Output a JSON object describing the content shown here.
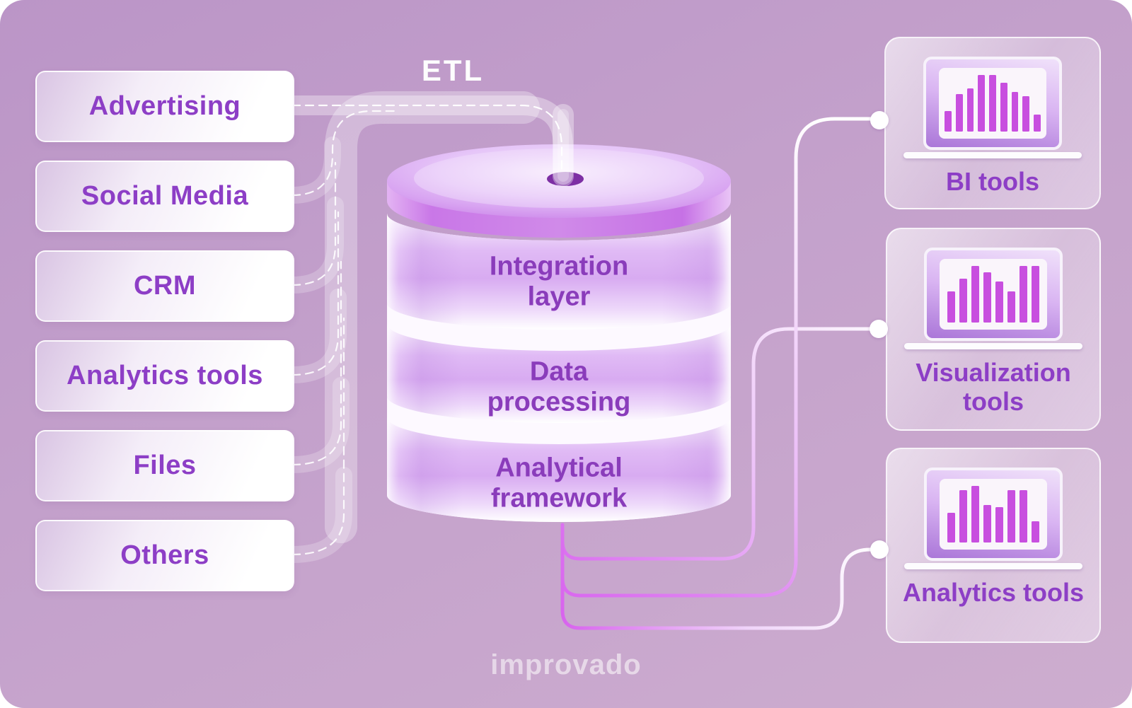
{
  "etl_label": "ETL",
  "watermark": "improvado",
  "sources": [
    {
      "label": "Advertising"
    },
    {
      "label": "Social Media"
    },
    {
      "label": "CRM"
    },
    {
      "label": "Analytics tools"
    },
    {
      "label": "Files"
    },
    {
      "label": "Others"
    }
  ],
  "database": {
    "layers": [
      {
        "label": "Integration layer"
      },
      {
        "label": "Data processing"
      },
      {
        "label": "Analytical framework"
      }
    ]
  },
  "destinations": [
    {
      "label": "BI tools",
      "icon": "laptop-bar-chart-icon",
      "bars": [
        36,
        66,
        76,
        100,
        100,
        86,
        70,
        62,
        30
      ]
    },
    {
      "label": "Visualization tools",
      "icon": "laptop-bar-chart-icon",
      "bars": [
        55,
        78,
        100,
        89,
        72,
        55,
        100,
        100
      ]
    },
    {
      "label": "Analytics tools",
      "icon": "laptop-bar-chart-icon",
      "bars": [
        52,
        93,
        100,
        66,
        62,
        93,
        93,
        38
      ]
    }
  ],
  "colors": {
    "background_top": "#bb95c7",
    "background_bottom": "#cdadcf",
    "accent_text_purple": "#8d3ec6",
    "bar_magenta": "#c84fdf",
    "connector_magenta": "#d863ee",
    "connector_white": "#ffffff",
    "cylinder_purple": "#d8abf1",
    "etl_text": "#ffffff"
  }
}
